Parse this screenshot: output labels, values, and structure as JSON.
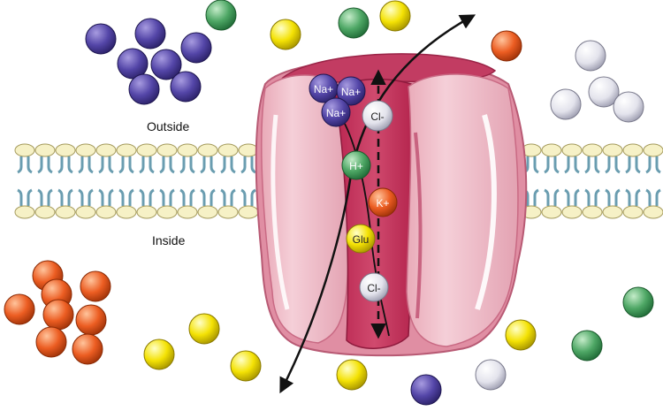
{
  "labels": {
    "outside": "Outside",
    "inside": "Inside"
  },
  "ions": {
    "na1": "Na+",
    "na2": "Na+",
    "na3": "Na+",
    "cl_top": "Cl-",
    "h": "H+",
    "k": "K+",
    "glu": "Glu",
    "cl_bottom": "Cl-"
  },
  "colors": {
    "sodium": "#4b3d97",
    "chloride": "#e4e4ec",
    "proton": "#3f9a5a",
    "potassium": "#e85a1e",
    "glutamate": "#f2e000",
    "channel": "#d9607e",
    "channel_light": "#f2c4cf",
    "membrane_head": "#f6f1c6",
    "membrane_tail": "#6a9db0"
  },
  "icons": [
    "sodium-ion-icon",
    "chloride-ion-icon",
    "proton-icon",
    "potassium-ion-icon",
    "glutamate-icon",
    "ion-channel-icon",
    "lipid-bilayer-icon"
  ]
}
